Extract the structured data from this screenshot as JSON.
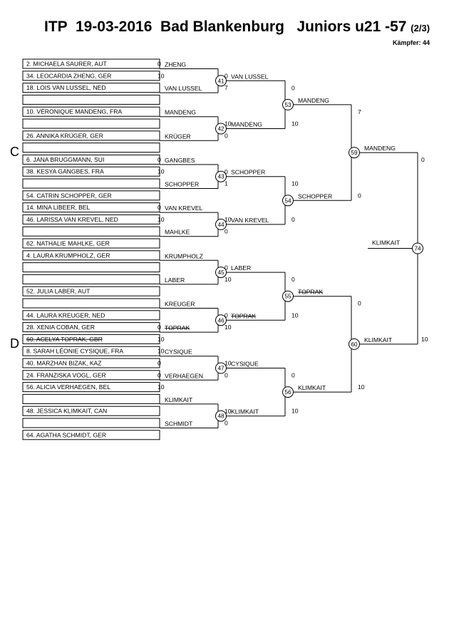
{
  "header": {
    "title": "ITP  19-03-2016  Bad Blankenburg   Juniors u21 -57 ",
    "page": "(2/3)",
    "fighter_count": "Kämpfer: 44"
  },
  "sections": [
    "C",
    "D"
  ],
  "entries": [
    {
      "name": "2. MICHAELA SAURER, AUT",
      "score": "0",
      "struck": false
    },
    {
      "name": "34. LEOCARDIA ZHENG, GER",
      "score": "10",
      "struck": false
    },
    {
      "name": "18. LOIS VAN LUSSEL, NED",
      "score": "",
      "struck": false
    },
    {
      "name": "",
      "score": "",
      "struck": false
    },
    {
      "name": "10. VÉRONIQUE MANDENG, FRA",
      "score": "",
      "struck": false
    },
    {
      "name": "",
      "score": "",
      "struck": false
    },
    {
      "name": "26. ANNIKA KRÜGER, GER",
      "score": "",
      "struck": false
    },
    {
      "name": "",
      "score": "",
      "struck": false
    },
    {
      "name": "6. JANA BRUGGMANN, SUI",
      "score": "0",
      "struck": false
    },
    {
      "name": "38. KESYA GANGBES, FRA",
      "score": "10",
      "struck": false
    },
    {
      "name": "",
      "score": "",
      "struck": false
    },
    {
      "name": "54. CATRIN SCHOPPER, GER",
      "score": "",
      "struck": false
    },
    {
      "name": "14. MINA LIBEER, BEL",
      "score": "0",
      "struck": false
    },
    {
      "name": "46. LARISSA VAN KREVEL, NED",
      "score": "10",
      "struck": false
    },
    {
      "name": "",
      "score": "",
      "struck": false
    },
    {
      "name": "62. NATHALIE MAHLKE, GER",
      "score": "",
      "struck": false
    },
    {
      "name": "4. LAURA KRUMPHOLZ, GER",
      "score": "",
      "struck": false
    },
    {
      "name": "",
      "score": "",
      "struck": false
    },
    {
      "name": "",
      "score": "",
      "struck": false
    },
    {
      "name": "52. JULIA LABER, AUT",
      "score": "",
      "struck": false
    },
    {
      "name": "",
      "score": "",
      "struck": false
    },
    {
      "name": "44. LAURA KREUGER, NED",
      "score": "",
      "struck": false
    },
    {
      "name": "28. XENIA COBAN, GER",
      "score": "0",
      "struck": false
    },
    {
      "name": "60. ACELYA TOPRAK, GBR",
      "score": "10",
      "struck": true
    },
    {
      "name": "8. SARAH LÉONIE CYSIQUE, FRA",
      "score": "10",
      "struck": false
    },
    {
      "name": "40. MARZHAN BIZAK, KAZ",
      "score": "0",
      "struck": false
    },
    {
      "name": "24. FRANZISKA VOGL, GER",
      "score": "0",
      "struck": false
    },
    {
      "name": "56. ALICIA VERHAEGEN, BEL",
      "score": "10",
      "struck": false
    },
    {
      "name": "",
      "score": "",
      "struck": false
    },
    {
      "name": "48. JESSICA KLIMKAIT, CAN",
      "score": "",
      "struck": false
    },
    {
      "name": "",
      "score": "",
      "struck": false
    },
    {
      "name": "64. AGATHA SCHMIDT, GER",
      "score": "",
      "struck": false
    }
  ],
  "round1": [
    {
      "label": "ZHENG",
      "struck": false
    },
    {
      "label": "VAN LUSSEL",
      "struck": false
    },
    {
      "label": "MANDENG",
      "struck": false
    },
    {
      "label": "KRÜGER",
      "struck": false
    },
    {
      "label": "GANGBES",
      "struck": false
    },
    {
      "label": "SCHOPPER",
      "struck": false
    },
    {
      "label": "VAN KREVEL",
      "struck": false
    },
    {
      "label": "MAHLKE",
      "struck": false
    },
    {
      "label": "KRUMPHOLZ",
      "struck": false
    },
    {
      "label": "LABER",
      "struck": false
    },
    {
      "label": "KREUGER",
      "struck": false
    },
    {
      "label": "TOPRAK",
      "struck": true
    },
    {
      "label": "CYSIQUE",
      "struck": false
    },
    {
      "label": "VERHAEGEN",
      "struck": false
    },
    {
      "label": "KLIMKAIT",
      "struck": false
    },
    {
      "label": "SCHMIDT",
      "struck": false
    }
  ],
  "round2": [
    {
      "match": "41",
      "top_score": "0",
      "bottom_score": "7",
      "winner": "VAN LUSSEL",
      "struck": false
    },
    {
      "match": "42",
      "top_score": "10",
      "bottom_score": "0",
      "winner": "MANDENG",
      "struck": false
    },
    {
      "match": "43",
      "top_score": "0",
      "bottom_score": "1",
      "winner": "SCHOPPER",
      "struck": false
    },
    {
      "match": "44",
      "top_score": "10",
      "bottom_score": "0",
      "winner": "VAN KREVEL",
      "struck": false
    },
    {
      "match": "45",
      "top_score": "0",
      "bottom_score": "10",
      "winner": "LABER",
      "struck": false
    },
    {
      "match": "46",
      "top_score": "0",
      "bottom_score": "10",
      "winner": "TOPRAK",
      "struck": true
    },
    {
      "match": "47",
      "top_score": "10",
      "bottom_score": "0",
      "winner": "CYSIQUE",
      "struck": false
    },
    {
      "match": "48",
      "top_score": "10",
      "bottom_score": "0",
      "winner": "KLIMKAIT",
      "struck": false
    }
  ],
  "round3": [
    {
      "match": "53",
      "top_score": "0",
      "bottom_score": "10",
      "winner": "MANDENG",
      "struck": false
    },
    {
      "match": "54",
      "top_score": "10",
      "bottom_score": "0",
      "winner": "SCHOPPER",
      "struck": false
    },
    {
      "match": "55",
      "top_score": "0",
      "bottom_score": "10",
      "winner": "TOPRAK",
      "struck": true
    },
    {
      "match": "56",
      "top_score": "0",
      "bottom_score": "10",
      "winner": "KLIMKAIT",
      "struck": false
    }
  ],
  "round4": [
    {
      "match": "59",
      "top_score": "7",
      "bottom_score": "0",
      "winner": "MANDENG",
      "struck": false
    },
    {
      "match": "60",
      "top_score": "0",
      "bottom_score": "10",
      "winner": "KLIMKAIT",
      "struck": false
    }
  ],
  "final": {
    "match": "74",
    "top_score": "0",
    "bottom_score": "10",
    "winner": "KLIMKAIT",
    "struck": false
  }
}
